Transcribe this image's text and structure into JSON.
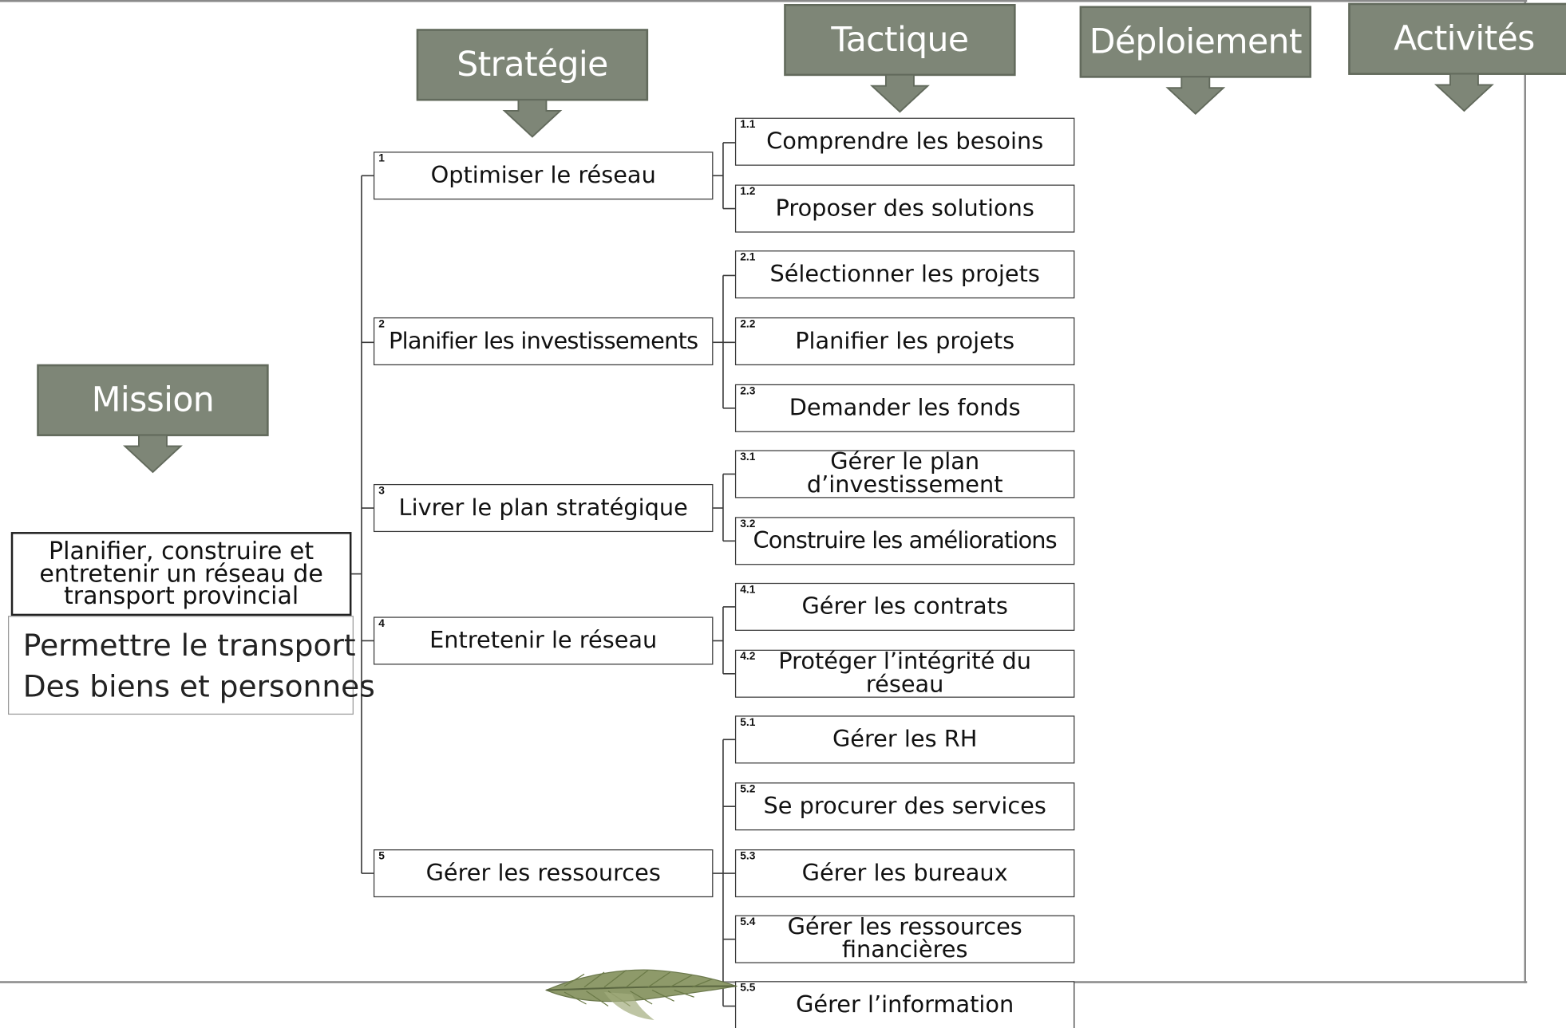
{
  "headers": {
    "mission": "Mission",
    "strategie": "Stratégie",
    "tactique": "Tactique",
    "deploiement": "Déploiement",
    "activites": "Activités"
  },
  "mission": {
    "statement": "Planifier, construire et entretenir un réseau de transport provincial",
    "purpose_line1": "Permettre le transport",
    "purpose_line2": "Des biens et personnes"
  },
  "strategies": [
    {
      "num": "1",
      "label": "Optimiser le réseau"
    },
    {
      "num": "2",
      "label": "Planifier les investissements"
    },
    {
      "num": "3",
      "label": "Livrer le plan stratégique"
    },
    {
      "num": "4",
      "label": "Entretenir le réseau"
    },
    {
      "num": "5",
      "label": "Gérer les ressources"
    }
  ],
  "tactics": [
    {
      "num": "1.1",
      "label": "Comprendre les besoins"
    },
    {
      "num": "1.2",
      "label": "Proposer des solutions"
    },
    {
      "num": "2.1",
      "label": "Sélectionner les projets"
    },
    {
      "num": "2.2",
      "label": "Planifier les projets"
    },
    {
      "num": "2.3",
      "label": "Demander les fonds"
    },
    {
      "num": "3.1",
      "label": "Gérer le plan d’investissement"
    },
    {
      "num": "3.2",
      "label": "Construire les améliorations"
    },
    {
      "num": "4.1",
      "label": "Gérer les contrats"
    },
    {
      "num": "4.2",
      "label": "Protéger l’intégrité du réseau"
    },
    {
      "num": "5.1",
      "label": "Gérer les RH"
    },
    {
      "num": "5.2",
      "label": "Se procurer des services"
    },
    {
      "num": "5.3",
      "label": "Gérer les bureaux"
    },
    {
      "num": "5.4",
      "label": "Gérer les ressources financières"
    },
    {
      "num": "5.5",
      "label": "Gérer l’information"
    }
  ],
  "colors": {
    "header_fill": "#7e8677",
    "header_border": "#626a5c",
    "line": "#3a3a3a"
  },
  "icons": {
    "header_arrow": "down-arrow-icon",
    "decoration": "feather-icon"
  }
}
